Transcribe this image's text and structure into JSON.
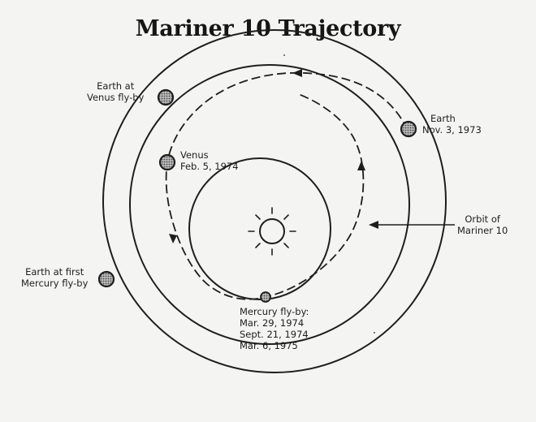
{
  "title": "Mariner 10 Trajectory",
  "labels": {
    "earth_venus_flyby": [
      "Earth at",
      "Venus fly-by"
    ],
    "earth_start": [
      "Earth",
      "Nov. 3, 1973"
    ],
    "venus": [
      "Venus",
      "Feb. 5, 1974"
    ],
    "orbit_of_mariner": [
      "Orbit of",
      "Mariner 10"
    ],
    "earth_first_mercury": [
      "Earth at first",
      "Mercury fly-by"
    ],
    "mercury_flyby": [
      "Mercury fly-by:",
      "Mar. 29, 1974",
      "Sept. 21, 1974",
      "Mar. 6, 1975"
    ]
  },
  "colors": {
    "ink": "#1e1e1e",
    "planet_fill": "#8a8a8a",
    "background": "#f4f4f2"
  }
}
